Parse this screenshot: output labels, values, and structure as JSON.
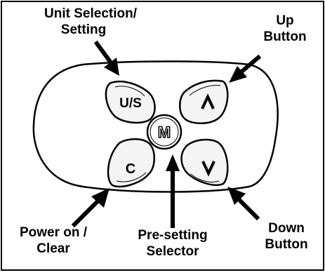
{
  "callouts": {
    "unit_selection": {
      "line1": "Unit Selection/",
      "line2": "Setting"
    },
    "up": {
      "line1": "Up",
      "line2": "Button"
    },
    "power": {
      "line1": "Power on /",
      "line2": "Clear"
    },
    "presetting": {
      "line1": "Pre-setting",
      "line2": "Selector"
    },
    "down": {
      "line1": "Down",
      "line2": "Button"
    }
  },
  "buttons": {
    "unit_selection": "U/S",
    "up": "^",
    "mode": "M",
    "clear": "C",
    "down": "v"
  }
}
